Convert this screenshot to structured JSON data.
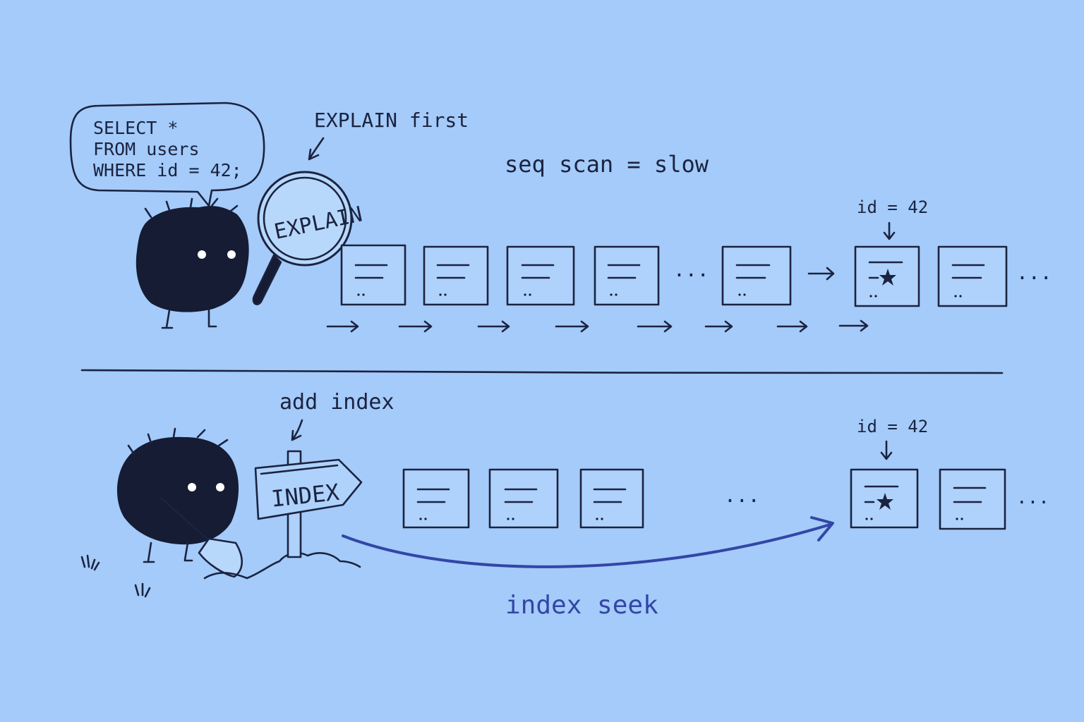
{
  "speech_bubble": {
    "line1": "SELECT *",
    "line2": "FROM users",
    "line3": "WHERE id = 42;"
  },
  "labels": {
    "explain_first": "EXPLAIN first",
    "magnifier_text": "EXPLAIN",
    "seq_scan": "seq scan = slow",
    "target_top": "id = 42",
    "add_index": "add index",
    "sign_text": "INDEX",
    "target_bottom": "id = 42",
    "index_seek": "index seek"
  },
  "ellipsis": "...",
  "colors": {
    "background": "#a4cbf9",
    "ink": "#1b2340",
    "seek_arrow": "#3346a6",
    "creature": "#151c33"
  },
  "icons": [
    "magnifier-icon",
    "star-icon",
    "shovel-icon",
    "signpost-icon",
    "arrow-icon"
  ]
}
